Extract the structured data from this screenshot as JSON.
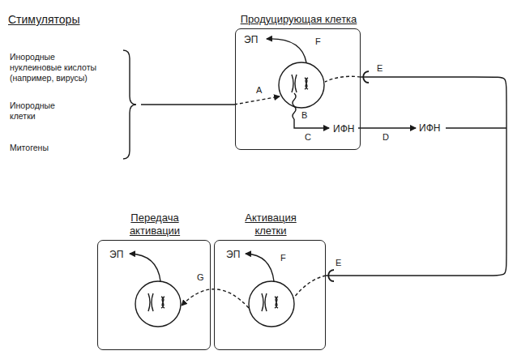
{
  "diagram": {
    "nodes": [
      {
        "text": [
          "Продуцирующая клетка",
          "ЭП",
          "ИФН"
        ]
      },
      {
        "text": [
          "Передача активации",
          "ЭП"
        ]
      },
      {
        "text": [
          "Активация клетки",
          "ЭП"
        ]
      }
    ],
    "edges": [
      {
        "from": 0,
        "to": 2,
        "arrow": "none"
      }
    ],
    "labels": [
      "Стимуляторы",
      "Инородные нуклеиновые кислоты (например, вирусы)",
      "Инородные клетки",
      "Митогены",
      "F",
      "E",
      "A",
      "B",
      "C",
      "D",
      "ИФН",
      "G",
      "F",
      "E"
    ]
  }
}
